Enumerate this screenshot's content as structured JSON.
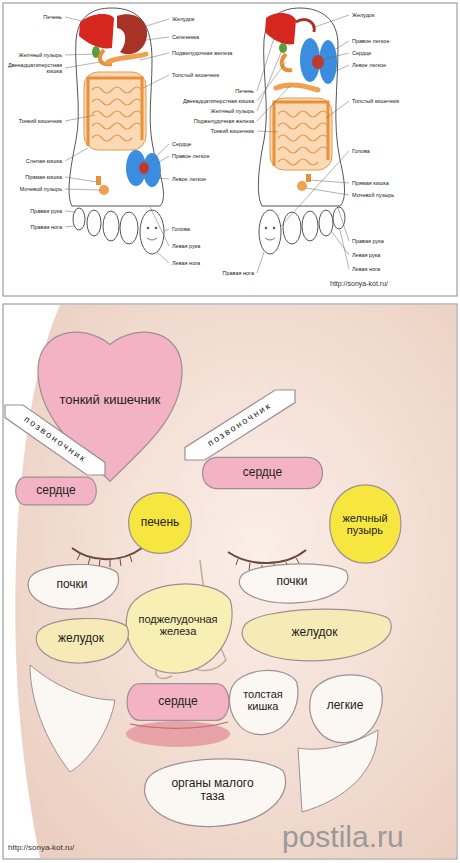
{
  "diagram": {
    "nodes": [
      {
        "text": [
          "тонкий кишечник"
        ]
      },
      {
        "text": [
          "позвоночник"
        ]
      },
      {
        "text": [
          "позвоночник"
        ]
      },
      {
        "text": [
          "сердце"
        ]
      },
      {
        "text": [
          "сердце"
        ]
      },
      {
        "text": [
          "печень"
        ]
      },
      {
        "text": [
          "желчный пузырь"
        ]
      },
      {
        "text": [
          "почки"
        ]
      },
      {
        "text": [
          "почки"
        ]
      },
      {
        "text": [
          "поджелудочная железа"
        ]
      },
      {
        "text": [
          "желудок"
        ]
      },
      {
        "text": [
          "желудок"
        ]
      },
      {
        "text": [
          "толстая кишка"
        ]
      },
      {
        "text": [
          "легкие"
        ]
      },
      {
        "text": [
          "сердце"
        ]
      },
      {
        "text": [
          "органы малого таза"
        ]
      }
    ],
    "labels": [
      "Печень",
      "Желчный пузырь",
      "Двенадцатиперстная кишка",
      "Тонкий кишечник",
      "Слепая кишка",
      "Прямая кишка",
      "Мочевой пузырь",
      "Правая рука",
      "Правая нога",
      "Желудок",
      "Селезенка",
      "Поджелудочная железа",
      "Толстый кишечник",
      "Сердце",
      "Правое легкое",
      "Левое легкое",
      "Голова",
      "Левая рука",
      "Левая нога",
      "Печень",
      "Двенадцатиперстная кишка",
      "Желчный пузырь",
      "Поджелудочная железа",
      "Тонкий кишечник",
      "Правая нога",
      "Желудок",
      "Правое легкое",
      "Сердце",
      "Левое легкое",
      "Толстый кишечник",
      "Голова",
      "Прямая кишка",
      "Мочевой пузырь",
      "Правая рука",
      "Левая рука",
      "Левая нога",
      "http://sonya-kot.ru/",
      "http://sonya-kot.ru/",
      "postila.ru"
    ]
  }
}
